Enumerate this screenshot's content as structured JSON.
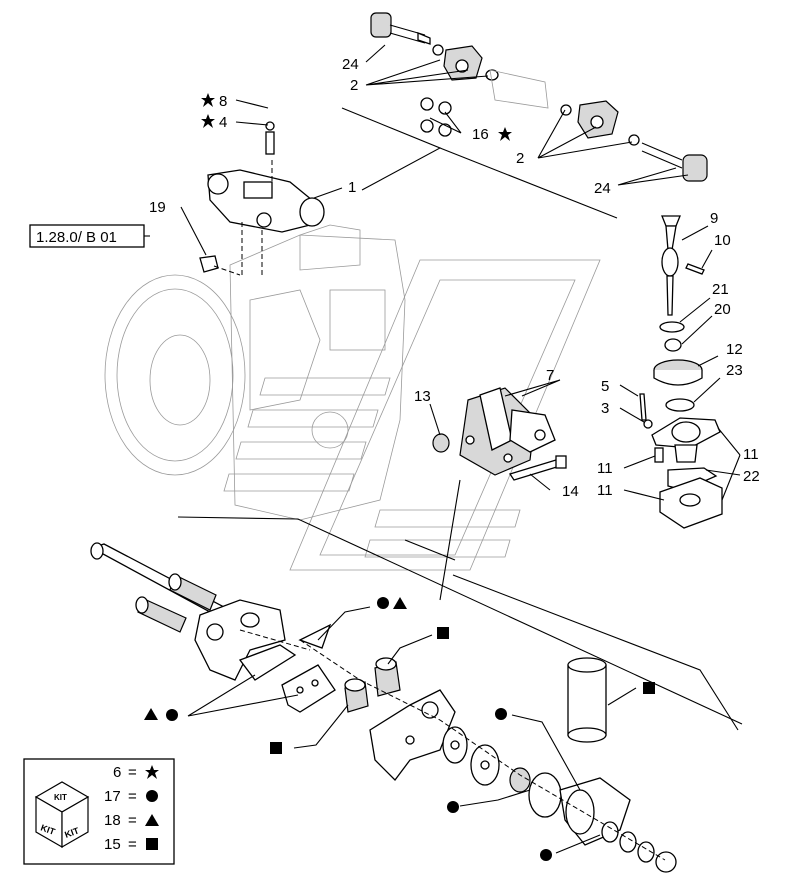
{
  "callouts": {
    "c1": "1",
    "c2a": "2",
    "c2b": "2",
    "c3": "3",
    "c4": "4",
    "c5": "5",
    "c7": "7",
    "c8": "8",
    "c9": "9",
    "c10": "10",
    "c11a": "11",
    "c11b": "11",
    "c11c": "11",
    "c12": "12",
    "c13": "13",
    "c14": "14",
    "c16": "16",
    "c19": "19",
    "c20": "20",
    "c21": "21",
    "c22": "22",
    "c23": "23",
    "c24a": "24",
    "c24b": "24"
  },
  "reference_box": "1.28.0/ B 01",
  "kit_legend": {
    "cube_top": "KIT",
    "cube_left": "KIT",
    "cube_right": "KIT",
    "rows": [
      {
        "num": "6",
        "eq": "=",
        "symbol": "star-icon"
      },
      {
        "num": "17",
        "eq": "=",
        "symbol": "circle-icon"
      },
      {
        "num": "18",
        "eq": "=",
        "symbol": "triangle-icon"
      },
      {
        "num": "15",
        "eq": "=",
        "symbol": "square-icon"
      }
    ]
  },
  "colors": {
    "ink": "#000000",
    "watermark": "#9a9a9a",
    "background": "#ffffff"
  }
}
